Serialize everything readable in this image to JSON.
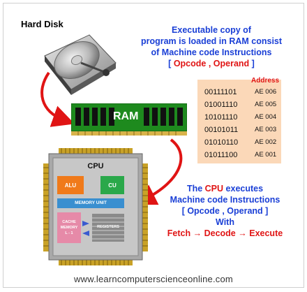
{
  "hard_disk_label": "Hard Disk",
  "top_text": {
    "line1": "Executable copy of",
    "line2": "program is loaded in  RAM  consist",
    "line3": "of  Machine code Instructions",
    "line4_open": "[ ",
    "line4_main": "Opcode , Operand",
    "line4_close": " ]"
  },
  "ram_label": "RAM",
  "address_table": {
    "title": "Address",
    "rows": [
      {
        "binary": "00111101",
        "address": "AE 006"
      },
      {
        "binary": "01001110",
        "address": "AE 005"
      },
      {
        "binary": "10101110",
        "address": "AE 004"
      },
      {
        "binary": "00101011",
        "address": "AE 003"
      },
      {
        "binary": "01010110",
        "address": "AE 002"
      },
      {
        "binary": "01011100",
        "address": "AE 001"
      }
    ]
  },
  "cpu": {
    "title": "CPU",
    "alu": "ALU",
    "cu": "CU",
    "memory_unit": "MEMORY UNIT",
    "cache_line1": "CACHE",
    "cache_line2": "MEMORY",
    "cache_line3": "L - 1",
    "registers": "REGISTERS"
  },
  "bottom_text": {
    "line1_pre": "The ",
    "line1_cpu": "CPU",
    "line1_post": " executes",
    "line2": "Machine code Instructions",
    "line3": "[ Opcode , Operand ]",
    "line4": "With",
    "line5_fetch": "Fetch",
    "line5_decode": "Decode",
    "line5_execute": "Execute",
    "arrow": "→"
  },
  "footer": "www.learncomputerscienceonline.com",
  "colors": {
    "blue_text": "#1a3fd6",
    "red_text": "#e01414",
    "ram_green": "#1e8a1e",
    "address_bg": "#fbd8b8",
    "chip_gray": "#9a9a9a",
    "alu_orange": "#f07a1a",
    "cu_green": "#2aa84a",
    "memory_unit_blue": "#3a8fd0",
    "cache_pink": "#e68aa8"
  }
}
